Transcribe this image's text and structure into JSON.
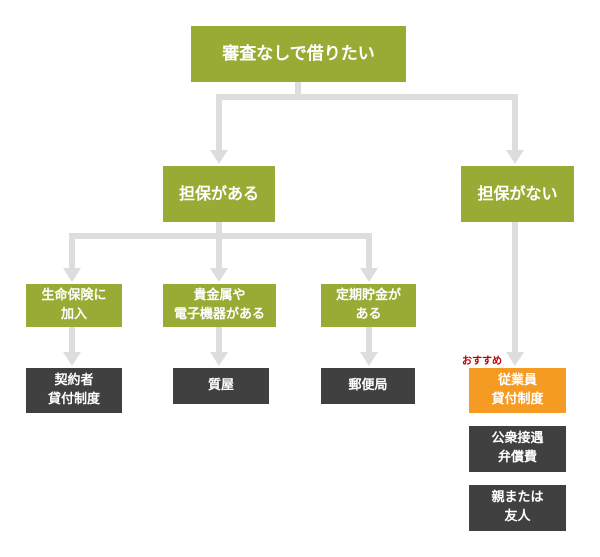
{
  "diagram": {
    "root": "審査なしで借りたい",
    "secured": "担保がある",
    "unsecured": "担保がない",
    "life_insurance": "生命保険に\n加入",
    "precious_metals": "貴金属や\n電子機器がある",
    "fixed_deposit": "定期貯金が\nある",
    "policy_loan": "契約者\n貸付制度",
    "pawnshop": "質屋",
    "post_office": "郵便局",
    "recommend_label": "おすすめ",
    "employee_loan": "従業員\n貸付制度",
    "public_compensation": "公衆接遇\n弁償費",
    "parents_friends": "親または\n友人"
  },
  "colors": {
    "green": "#9aab35",
    "dark": "#404040",
    "orange": "#f59b23",
    "connector": "#dddddd",
    "recommend": "#c00000"
  }
}
